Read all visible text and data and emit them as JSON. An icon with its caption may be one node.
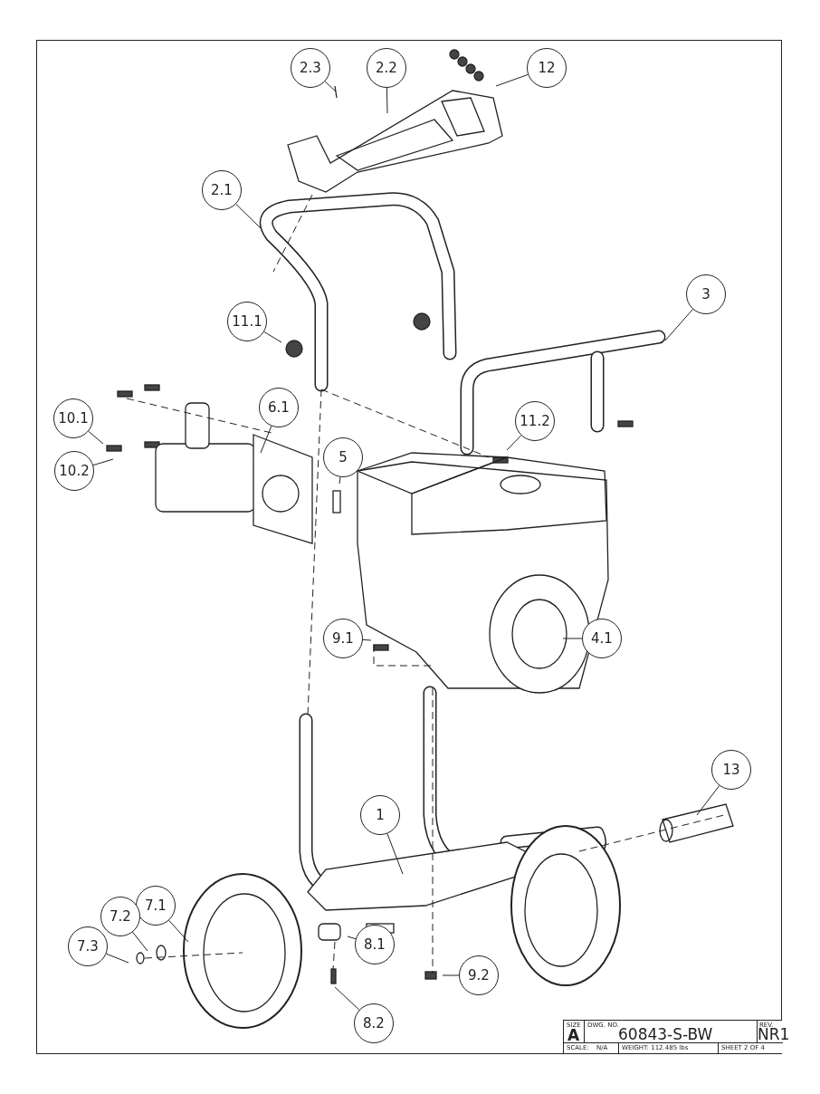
{
  "diagram": {
    "nodes": [
      {
        "text": [
          "2.3"
        ]
      },
      {
        "text": [
          "2.2"
        ]
      },
      {
        "text": [
          "12"
        ]
      },
      {
        "text": [
          "2.1"
        ]
      },
      {
        "text": [
          "3"
        ]
      },
      {
        "text": [
          "11.1"
        ]
      },
      {
        "text": [
          "11.2"
        ]
      },
      {
        "text": [
          "6.1"
        ]
      },
      {
        "text": [
          "10.1"
        ]
      },
      {
        "text": [
          "10.2"
        ]
      },
      {
        "text": [
          "5"
        ]
      },
      {
        "text": [
          "9.1"
        ]
      },
      {
        "text": [
          "4.1"
        ]
      },
      {
        "text": [
          "13"
        ]
      },
      {
        "text": [
          "1"
        ]
      },
      {
        "text": [
          "7.1"
        ]
      },
      {
        "text": [
          "7.2"
        ]
      },
      {
        "text": [
          "7.3"
        ]
      },
      {
        "text": [
          "8.1"
        ]
      },
      {
        "text": [
          "8.2"
        ]
      },
      {
        "text": [
          "9.2"
        ]
      }
    ],
    "edges": [
      {
        "from": 0,
        "to": null,
        "arrow": "none"
      },
      {
        "from": 1,
        "to": null,
        "arrow": "none"
      },
      {
        "from": 2,
        "to": null,
        "arrow": "none"
      },
      {
        "from": 3,
        "to": null,
        "arrow": "none"
      },
      {
        "from": 4,
        "to": null,
        "arrow": "none"
      },
      {
        "from": 5,
        "to": null,
        "arrow": "none"
      },
      {
        "from": 6,
        "to": null,
        "arrow": "none"
      },
      {
        "from": 7,
        "to": null,
        "arrow": "none"
      },
      {
        "from": 8,
        "to": null,
        "arrow": "none"
      },
      {
        "from": 9,
        "to": null,
        "arrow": "none"
      },
      {
        "from": 10,
        "to": null,
        "arrow": "none"
      },
      {
        "from": 11,
        "to": null,
        "arrow": "none"
      },
      {
        "from": 12,
        "to": null,
        "arrow": "none"
      },
      {
        "from": 13,
        "to": null,
        "arrow": "none"
      },
      {
        "from": 14,
        "to": null,
        "arrow": "none"
      },
      {
        "from": 15,
        "to": null,
        "arrow": "none"
      },
      {
        "from": 16,
        "to": null,
        "arrow": "none"
      },
      {
        "from": 17,
        "to": null,
        "arrow": "none"
      },
      {
        "from": 18,
        "to": null,
        "arrow": "none"
      },
      {
        "from": 19,
        "to": null,
        "arrow": "none"
      },
      {
        "from": 20,
        "to": null,
        "arrow": "none"
      }
    ],
    "labels": [
      "SIZE",
      "A",
      "DWG. NO.",
      "60843-S-BW",
      "REV.",
      "NR1",
      "SCALE:",
      "N/A",
      "WEIGHT: 112.485 lbs",
      "SHEET 2 OF 4"
    ]
  }
}
